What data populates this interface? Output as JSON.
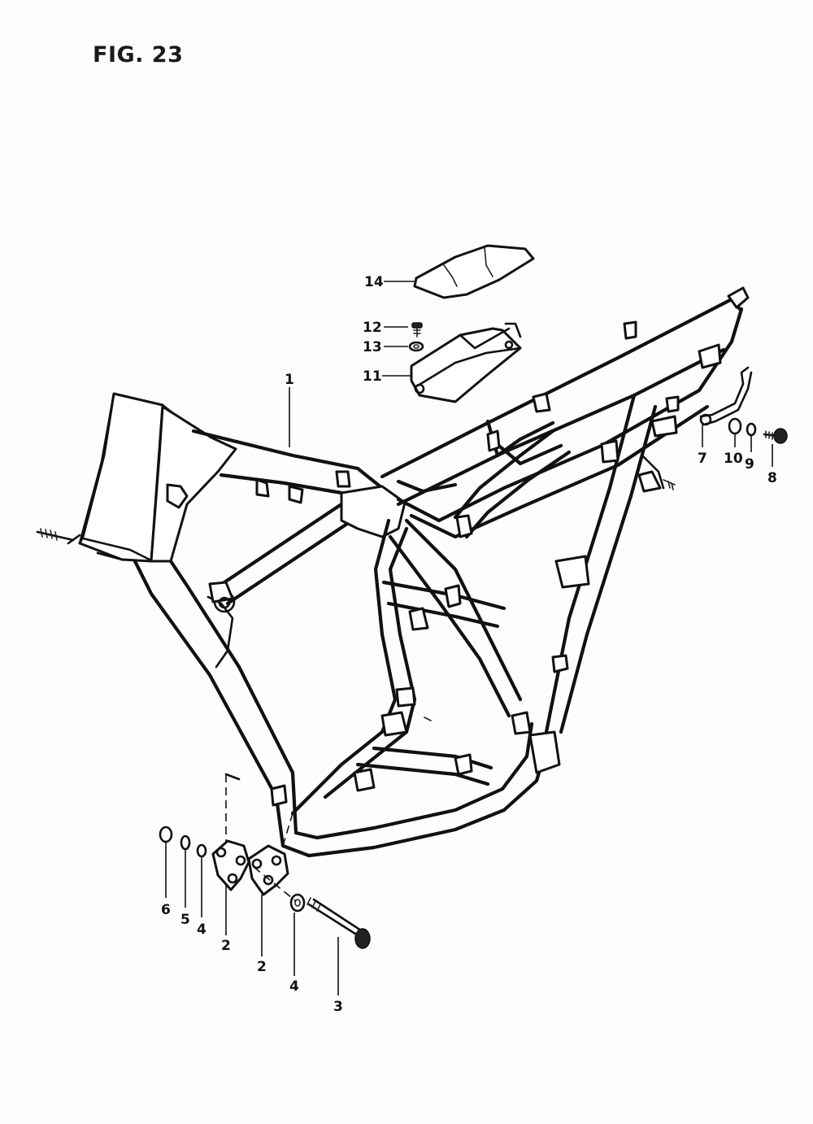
{
  "figure": {
    "title": "FIG. 23"
  },
  "callouts": [
    {
      "id": "c1",
      "label": "1"
    },
    {
      "id": "c2a",
      "label": "2"
    },
    {
      "id": "c2b",
      "label": "2"
    },
    {
      "id": "c3",
      "label": "3"
    },
    {
      "id": "c4a",
      "label": "4"
    },
    {
      "id": "c4b",
      "label": "4"
    },
    {
      "id": "c5",
      "label": "5"
    },
    {
      "id": "c6",
      "label": "6"
    },
    {
      "id": "c7",
      "label": "7"
    },
    {
      "id": "c8",
      "label": "8"
    },
    {
      "id": "c9",
      "label": "9"
    },
    {
      "id": "c10",
      "label": "10"
    },
    {
      "id": "c11",
      "label": "11"
    },
    {
      "id": "c12",
      "label": "12"
    },
    {
      "id": "c13",
      "label": "13"
    },
    {
      "id": "c14",
      "label": "14"
    }
  ]
}
